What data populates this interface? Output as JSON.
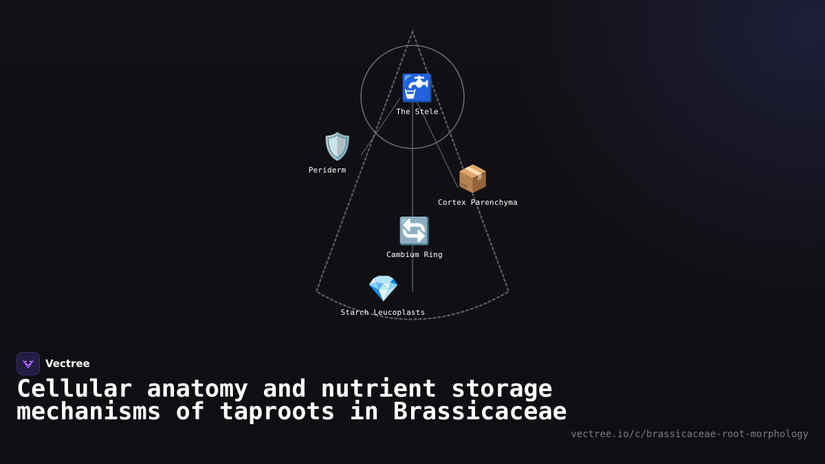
{
  "diagram": {
    "nodes": [
      {
        "id": "stele",
        "label": "The Stele",
        "icon": "🚰",
        "icon_name": "potable-water-icon"
      },
      {
        "id": "periderm",
        "label": "Periderm",
        "icon": "🛡️",
        "icon_name": "shield-icon"
      },
      {
        "id": "cortex",
        "label": "Cortex Parenchyma",
        "icon": "📦",
        "icon_name": "package-icon"
      },
      {
        "id": "cambium",
        "label": "Cambium Ring",
        "icon": "🔄",
        "icon_name": "counterclockwise-arrows-icon"
      },
      {
        "id": "starch",
        "label": "Starch Leucoplasts",
        "icon": "💎",
        "icon_name": "gem-icon"
      }
    ],
    "connections": [
      {
        "from": "stele",
        "to": "periderm"
      },
      {
        "from": "stele",
        "to": "cortex"
      },
      {
        "from": "stele",
        "to": "cambium"
      }
    ]
  },
  "brand": {
    "name": "Vectree",
    "logo_icon": "vectree-logo-icon",
    "accent_color": "#a855f7"
  },
  "title": "Cellular anatomy and nutrient storage mechanisms of taproots in Brassicaceae",
  "url": "vectree.io/c/brassicaceae-root-morphology"
}
